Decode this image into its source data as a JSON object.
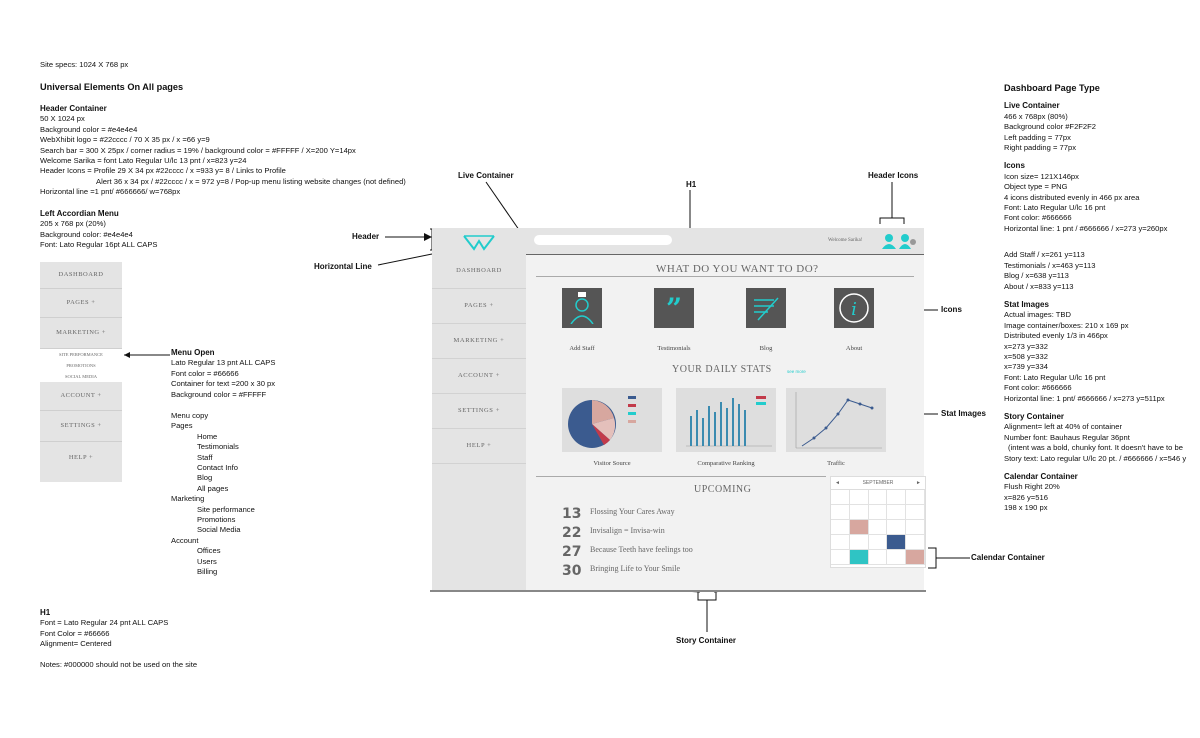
{
  "site_specs": "Site specs: 1024 X 768 px",
  "universal_title": "Universal Elements On All pages",
  "header_container": {
    "title": "Header Container",
    "lines": [
      "50 X 1024 px",
      "Background color = #e4e4e4",
      "WebXhibit logo = #22cccc / 70 X 35 px / x =66  y=9",
      "Search bar = 300 X 25px / corner radius = 19% /  background color = #FFFFF / X=200 Y=14px",
      "Welcome Sarika = font Lato Regular U/lc 13 pnt / x=823 y=24",
      "Header Icons = Profile 29 X 34 px #22cccc / x =933  y= 8 / Links to Profile",
      "Alert 36 x 34 px / #22cccc / x = 972 y=8 / Pop-up menu listing website changes (not defined)",
      "Horizontal line =1 pnt/ #666666/ w=768px"
    ]
  },
  "left_menu": {
    "title": "Left Accordian Menu",
    "lines": [
      "205 x 768 px (20%)",
      "Background color: #e4e4e4",
      "Font: Lato Regular 16pt ALL CAPS"
    ],
    "mock_items": [
      "DASHBOARD",
      "PAGES +",
      "MARKETING +",
      "ACCOUNT +",
      "SETTINGS +",
      "HELP +"
    ],
    "mock_sub": [
      "SITE PERFORMANCE",
      "PROMOTIONS",
      "SOCIAL MEDIA"
    ]
  },
  "menu_open": {
    "title": "Menu Open",
    "lines": [
      "Lato Regular 13 pnt ALL CAPS",
      "Font color = #66666",
      "Container for text =200 x 30 px",
      "Background color = #FFFFF"
    ]
  },
  "menu_copy": {
    "title": "Menu copy",
    "pages": "Pages",
    "pages_items": [
      "Home",
      "Testimonials",
      "Staff",
      "Contact Info",
      "Blog",
      "All pages"
    ],
    "marketing": "Marketing",
    "marketing_items": [
      "Site performance",
      "Promotions",
      "Social Media"
    ],
    "account": "Account",
    "account_items": [
      "Offices",
      "Users",
      "Billing"
    ]
  },
  "h1_spec": {
    "title": "H1",
    "lines": [
      "Font = Lato Regular 24 pnt ALL CAPS",
      "Font Color = #66666",
      "Alignment= Centered"
    ],
    "notes": "Notes: #000000 should not be used on the site"
  },
  "callouts": {
    "header": "Header",
    "horizontal_line": "Horizontal Line",
    "live_container": "Live Container",
    "h1_top": "H1",
    "header_icons": "Header Icons",
    "icons": "Icons",
    "h1_mid": "H1",
    "stat_images": "Stat Images",
    "h1_low": "H1",
    "calendar_container": "Calendar Container",
    "story_container": "Story Container",
    "menu_open": "Menu Open"
  },
  "mock": {
    "welcome": "Welcome Sarika!",
    "nav": [
      "DASHBOARD",
      "PAGES +",
      "MARKETING +",
      "ACCOUNT +",
      "SETTINGS +",
      "HELP +"
    ],
    "h1_todo": "WHAT DO YOU WANT TO DO?",
    "icons": [
      "Add Staff",
      "Testimonials",
      "Blog",
      "About"
    ],
    "h1_stats": "YOUR DAILY STATS",
    "see_more": "see more",
    "stats": [
      "Visitor Source",
      "Comparative Ranking",
      "Traffic"
    ],
    "h1_upcoming": "UPCOMING",
    "stories": [
      {
        "num": "13",
        "text": "Flossing Your Cares Away"
      },
      {
        "num": "22",
        "text": "Invisalign = Invisa-win"
      },
      {
        "num": "27",
        "text": "Because Teeth have feelings too"
      },
      {
        "num": "30",
        "text": "Bringing Life to Your Smile"
      }
    ],
    "calendar_month": "SEPTEMBER",
    "colors": {
      "teal": "#22cccc",
      "gray_text": "#666666",
      "navy": "#3b5b8f",
      "pink": "#d7a79f",
      "mint": "#2fc4c4"
    }
  },
  "dashboard": {
    "title": "Dashboard Page Type",
    "live_title": "Live Container",
    "live_lines": [
      "466 x 768px (80%)",
      "Background color #F2F2F2",
      "Left padding = 77px",
      "Right padding = 77px"
    ],
    "icons_title": "Icons",
    "icons_lines": [
      "Icon size= 121X146px",
      "Object type = PNG",
      "4 icons distributed evenly in 466 px area",
      "Font: Lato Regular U/lc 16 pnt",
      "Font color: #666666",
      "Horizontal line: 1 pnt / #666666 / x=273 y=260px"
    ],
    "pos_lines": [
      "Add Staff / x=261 y=113",
      "Testimonials / x=463 y=113",
      "Blog / x=638 y=113",
      "About / x=833 y=113"
    ],
    "stat_title": "Stat Images",
    "stat_lines": [
      "Actual images: TBD",
      "Image container/boxes: 210 x 169 px",
      "Distributed evenly 1/3 in 466px",
      "x=273 y=332",
      "x=508 y=332",
      "x=739 y=334",
      "Font: Lato Regular U/lc 16 pnt",
      "Font color: #666666",
      "Horizontal line: 1 pnt/ #666666 / x=273 y=511px"
    ],
    "story_title": "Story Container",
    "story_lines": [
      "Alignment= left at 40% of container",
      "Number font: Bauhaus Regular 36pnt",
      "(intent was a bold, chunky  font. It doesn't have to be",
      "Story text: Lato regular U/lc 20 pt. / #666666 / x=546 y"
    ],
    "cal_title": "Calendar Container",
    "cal_lines": [
      "Flush Right 20%",
      "x=826 y=516",
      "198 x 190 px"
    ]
  }
}
